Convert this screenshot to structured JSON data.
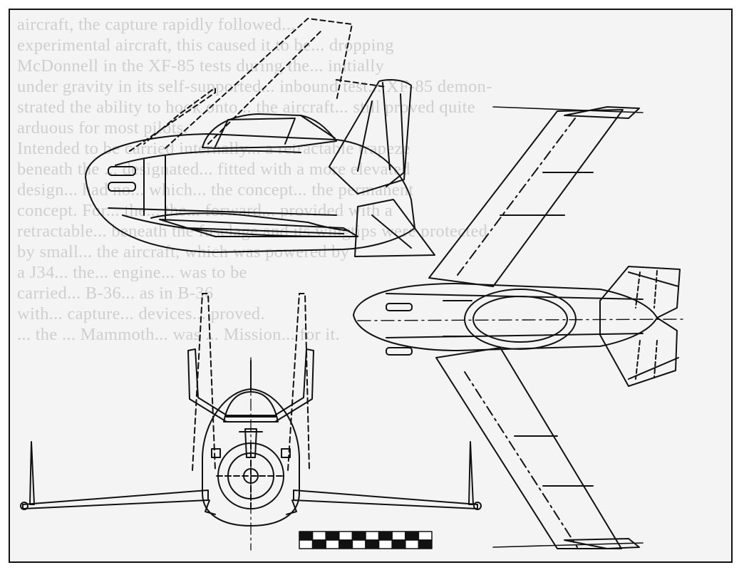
{
  "bleed_through_text": [
    "aircraft, the capture rapidly followed...",
    "experimental aircraft, this caused it to be... dropping",
    "McDonnell in the XF-85 tests during the... initially",
    "under gravity in its self-supported... inbound test... XF-85 demon-",
    "strated the ability to hook onto... the aircraft... still proved quite",
    "arduous for most pilots.",
    "Intended to be carried internally... a retractable trapeze",
    "beneath the ... designated... fitted with a more elevated",
    "design... had no... which... the concept... the permanent",
    "concept. For... the... the... forward... provided with a",
    "retractable... beneath the fuselage and its wingtips were protected",
    "by small... the aircraft, which was powered by",
    "a J34... the... engine... was to be",
    "carried... B-36... as in B-36",
    "with... capture... devices... proved.",
    "... the ... Mammoth... was ... Mission... for it."
  ],
  "drawing": {
    "subject": "three-view line drawing of a parasite jet fighter",
    "views": [
      "side-view",
      "top-view",
      "front-view"
    ],
    "scale_bar_segments": 10,
    "colors": {
      "ink": "#111111",
      "paper": "#f4f4f4",
      "ghost_text": "#cfcfcf"
    }
  }
}
